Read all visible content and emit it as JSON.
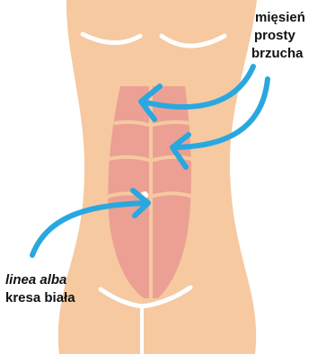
{
  "labels": {
    "muscle": {
      "line1": "mięsień",
      "line2": "prosty",
      "line3": "brzucha"
    },
    "linea_alba": {
      "latin": "linea alba",
      "polish": "kresa biała"
    }
  },
  "colors": {
    "skin": "#f6c9a0",
    "muscle": "#eba093",
    "muscle_line": "#f6c9a0",
    "arrow": "#29a8e0",
    "outline": "#ffffff",
    "navel": "#ffffff"
  }
}
